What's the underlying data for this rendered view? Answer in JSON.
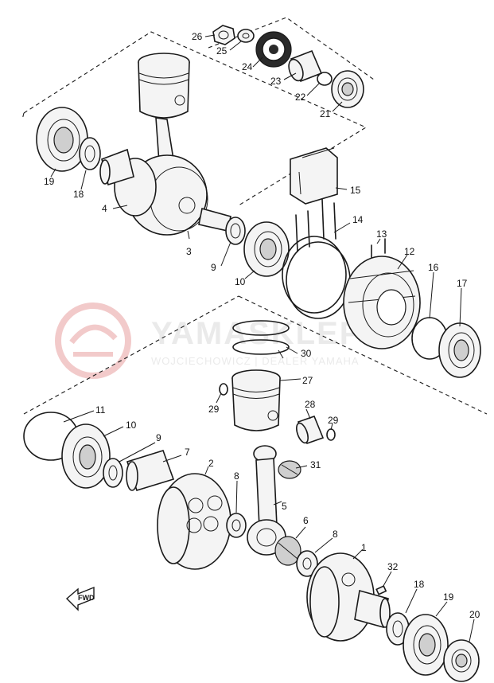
{
  "diagram": {
    "part_numbers": {
      "p26": "26",
      "p25": "25",
      "p24": "24",
      "p23": "23",
      "p22": "22",
      "p21": "21",
      "p19a": "19",
      "p18a": "18",
      "p4": "4",
      "p3": "3",
      "p9a": "9",
      "p10a": "10",
      "p15": "15",
      "p14": "14",
      "p13": "13",
      "p12": "12",
      "p16": "16",
      "p17": "17",
      "p30": "30",
      "p27": "27",
      "p11": "11",
      "p10b": "10",
      "p9b": "9",
      "p7": "7",
      "p2": "2",
      "p29a": "29",
      "p28": "28",
      "p29b": "29",
      "p31": "31",
      "p8a": "8",
      "p5": "5",
      "p6": "6",
      "p8b": "8",
      "p1": "1",
      "p32": "32",
      "p18b": "18",
      "p19b": "19",
      "p20": "20"
    },
    "fwd_label": "FWD"
  },
  "watermark": {
    "brand": "YAMASKLEP",
    "subtitle": "WOJCIECHOWICZ | DEALER YAMAHA",
    "color": "#e8a0a0"
  }
}
